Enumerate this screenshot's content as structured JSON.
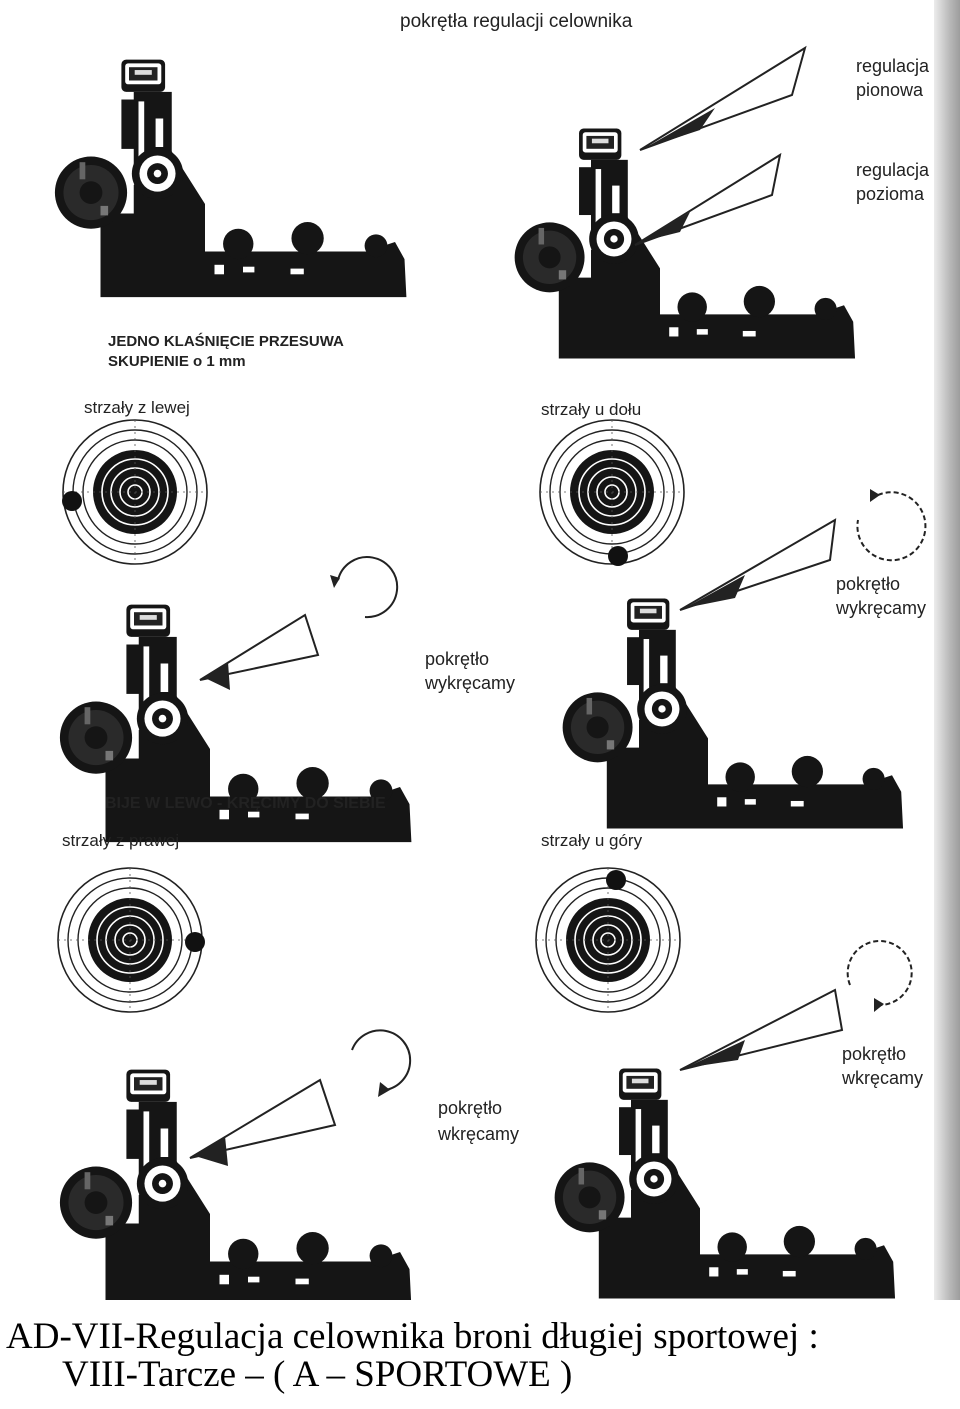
{
  "diagram": {
    "header_label": "pokrętła regulacji celownika",
    "vertical_label": [
      "regulacja",
      "pionowa"
    ],
    "horizontal_label": [
      "regulacja",
      "pozioma"
    ],
    "click_note": [
      "JEDNO KLAŚNIĘCIE PRZESUWA",
      "SKUPIENIE o 1 mm"
    ],
    "left_shots_label": "strzały z lewej",
    "low_shots_label": "strzały u dołu",
    "knob_out_label": [
      "pokrętło",
      "wykręcamy"
    ],
    "hits_left_note": "BIJE W LEWO - KRĘCIMY DO SIEBIE",
    "right_shots_label": "strzały z prawej",
    "high_shots_label": "strzały u góry",
    "knob_in_label": [
      "pokrętło",
      "wkręcamy"
    ]
  },
  "caption": {
    "line1": "AD-VII-Regulacja celownika broni długiej sportowej :",
    "line2": "VIII-Tarcze – ( A – SPORTOWE )"
  }
}
